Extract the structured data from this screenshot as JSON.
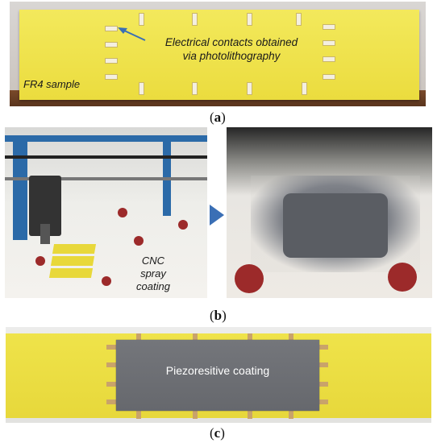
{
  "panel_a": {
    "annotation": "Electrical contacts obtained via photolithography",
    "annotation_line1": "Electrical contacts obtained",
    "annotation_line2": "via photolithography",
    "sample_label": "FR4 sample",
    "caption_open": "(",
    "caption_letter": "a",
    "caption_close": ")"
  },
  "panel_b": {
    "left_label_line1": "CNC",
    "left_label_line2": "spray",
    "left_label_line3": "coating",
    "caption_open": "(",
    "caption_letter": "b",
    "caption_close": ")"
  },
  "panel_c": {
    "coating_label": "Piezoresitive coating",
    "caption_open": "(",
    "caption_letter": "c",
    "caption_close": ")"
  },
  "colors": {
    "fr4_yellow": "#efe34a",
    "coating_gray": "#6f7176",
    "frame_blue": "#2b6aa8",
    "arrow_blue": "#3a6fb5",
    "logo_red": "#9c2a2a"
  }
}
